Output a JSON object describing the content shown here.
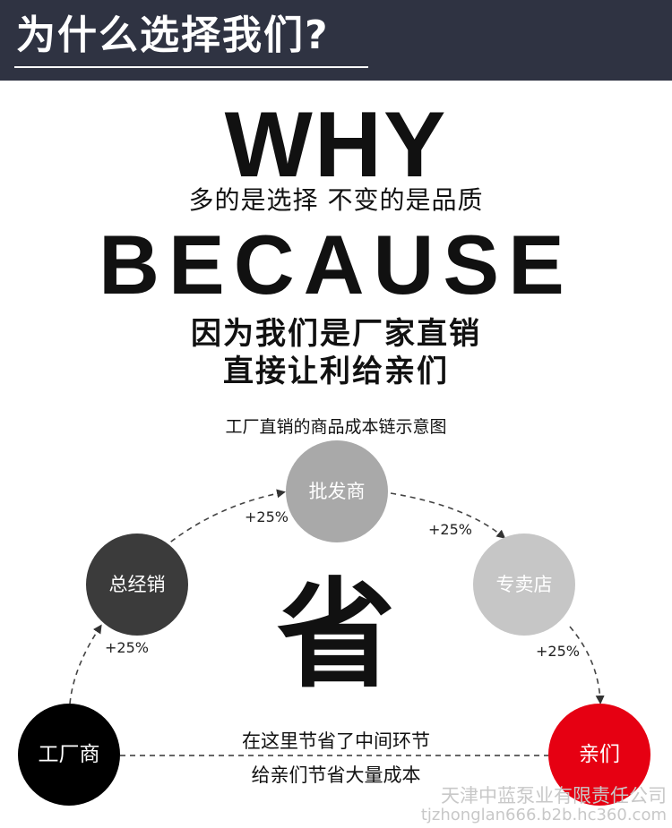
{
  "header": {
    "title": "为什么选择我们?"
  },
  "hero": {
    "why": "WHY",
    "tagline": "多的是选择  不变的是品质",
    "because": "BECAUSE",
    "slogan_line1": "因为我们是厂家直销",
    "slogan_line2": "直接让利给亲们"
  },
  "diagram": {
    "title": "工厂直销的商品成本链示意图",
    "nodes": {
      "factory": "工厂商",
      "distributor": "总经销",
      "wholesale": "批发商",
      "retail": "专卖店",
      "customer": "亲们"
    },
    "markups": {
      "factory_to_distributor": "+25%",
      "distributor_to_wholesale": "+25%",
      "wholesale_to_retail": "+25%",
      "retail_to_customer": "+25%"
    },
    "center_char": "省",
    "savings_line1": "在这里节省了中间环节",
    "savings_line2": "给亲们节省大量成本"
  },
  "colors": {
    "header_bg": "#2f3342",
    "factory": "#000000",
    "distributor": "#3b3b3b",
    "wholesale": "#a9a9a9",
    "retail": "#c6c6c6",
    "customer": "#e60012"
  },
  "watermark": {
    "line1": "天津中蓝泵业有限责任公司",
    "line2": "tjzhonglan666.b2b.hc360.com"
  }
}
